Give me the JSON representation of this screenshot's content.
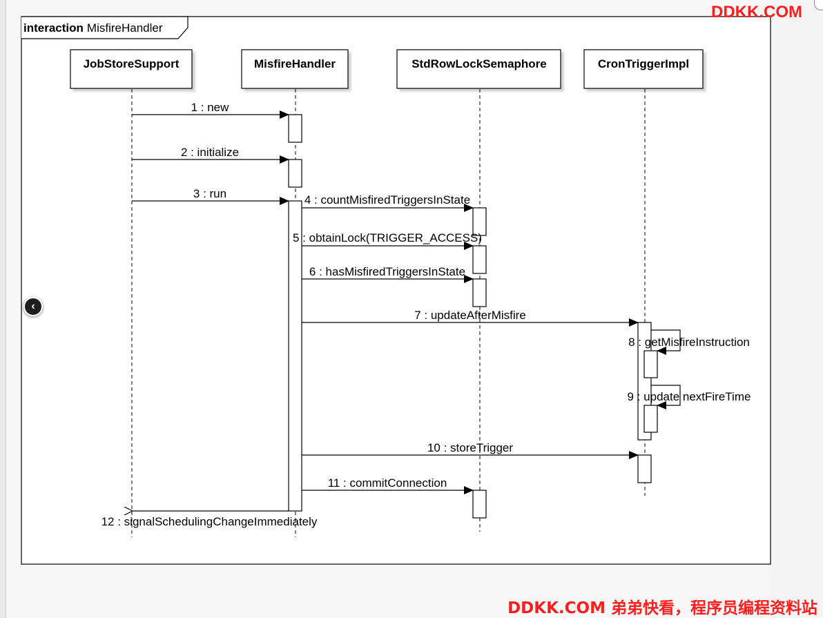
{
  "frame": {
    "keyword": "interaction",
    "name": "MisfireHandler"
  },
  "lifelines": [
    {
      "name": "JobStoreSupport"
    },
    {
      "name": "MisfireHandler"
    },
    {
      "name": "StdRowLockSemaphore"
    },
    {
      "name": "CronTriggerImpl"
    }
  ],
  "messages": [
    {
      "label": "1 : new"
    },
    {
      "label": "2 : initialize"
    },
    {
      "label": "3 : run"
    },
    {
      "label": "4 : countMisfiredTriggersInState"
    },
    {
      "label": "5 : obtainLock(TRIGGER_ACCESS)"
    },
    {
      "label": "6 : hasMisfiredTriggersInState"
    },
    {
      "label": "7 : updateAfterMisfire"
    },
    {
      "label": "8 : getMisfireInstruction"
    },
    {
      "label": "9 : update nextFireTime"
    },
    {
      "label": "10 : storeTrigger"
    },
    {
      "label": "11 : commitConnection"
    },
    {
      "label": "12 : signalSchedulingChangeImmediately"
    }
  ],
  "watermark": {
    "top": "DDKK.COM",
    "bottom": "DDKK.COM 弟弟快看，程序员编程资料站"
  },
  "nav": {
    "prev_icon": "chevron-left-icon",
    "prev_glyph": "‹"
  },
  "colors": {
    "watermark": "#ff1e1e",
    "line": "#000000",
    "box_fill": "#ffffff"
  }
}
